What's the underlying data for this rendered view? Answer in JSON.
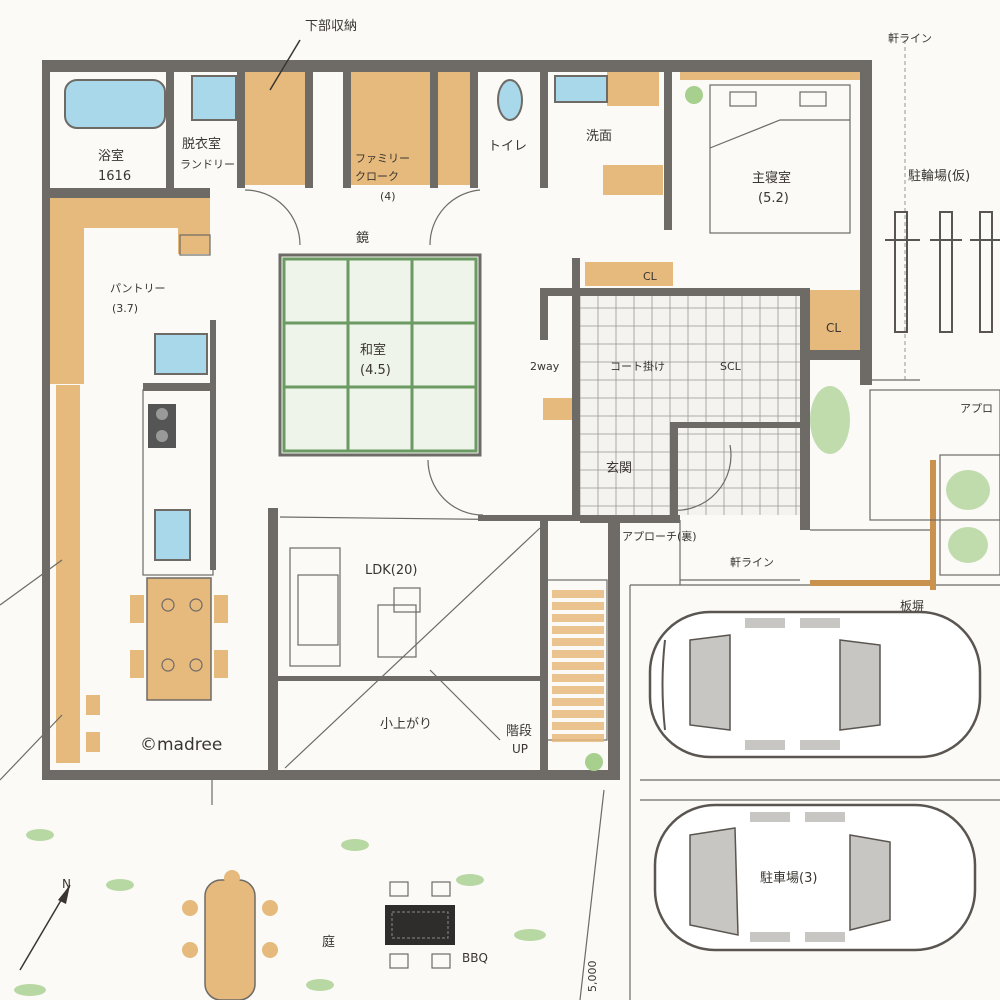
{
  "labels": {
    "under_storage": "下部収納",
    "bath": "浴室",
    "bath_size": "1616",
    "dressing": "脱衣室",
    "laundry": "ランドリー",
    "family_closet": "ファミリー",
    "family_closet2": "クローク",
    "family_closet_size": "(4)",
    "toilet": "トイレ",
    "washroom": "洗面",
    "master": "主寝室",
    "master_size": "(5.2)",
    "eave": "軒ライン",
    "bike": "駐輪場(仮)",
    "mirror": "鏡",
    "pantry": "パントリー",
    "pantry_size": "(3.7)",
    "cl1": "CL",
    "cl2": "CL",
    "washitsu": "和室",
    "washitsu_size": "(4.5)",
    "twoway": "2way",
    "coat": "コート掛け",
    "scl": "SCL",
    "approach": "アプロ",
    "genkan": "玄関",
    "approach_back": "アプローチ(裏)",
    "eave2": "軒ライン",
    "fence": "板塀",
    "ldk": "LDK(20)",
    "koagari": "小上がり",
    "stairs": "階段",
    "up": "UP",
    "credit": "©madree",
    "parking": "駐車場(3)",
    "garden": "庭",
    "bbq": "BBQ",
    "dim": "5,000",
    "north": "N"
  },
  "colors": {
    "wall": "#6e6a66",
    "wood": "#e6b97c",
    "water": "#a8d8ea",
    "green": "#a7cf8e",
    "paper": "#fbfaf6"
  }
}
